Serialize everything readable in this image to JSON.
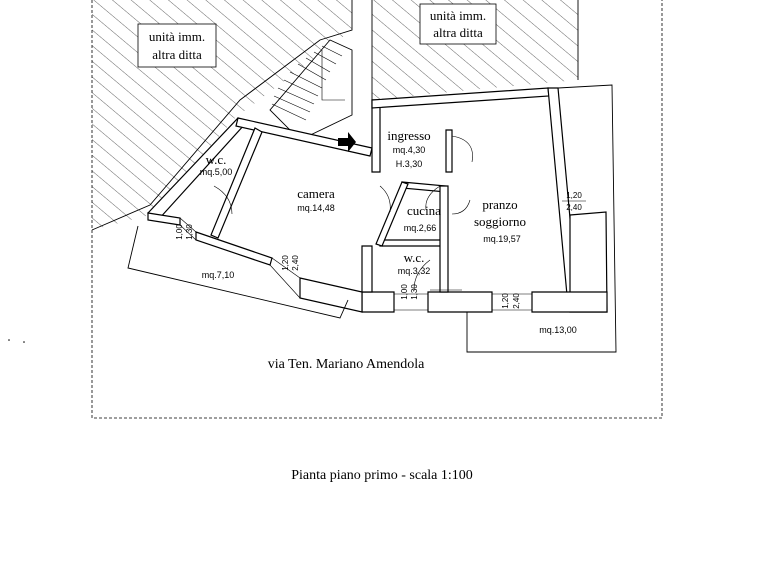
{
  "labels": {
    "neighbor_left": [
      "unità imm.",
      "altra ditta"
    ],
    "neighbor_right": [
      "unità imm.",
      "altra ditta"
    ],
    "street": "via Ten. Mariano Amendola",
    "caption": "Pianta piano primo - scala 1:100"
  },
  "rooms": [
    {
      "id": "ingresso",
      "name": "ingresso",
      "area": "mq.4,30",
      "height": "H.3,30"
    },
    {
      "id": "wc-left",
      "name": "w.c.",
      "area": "mq.5,00"
    },
    {
      "id": "camera",
      "name": "camera",
      "area": "mq.14,48"
    },
    {
      "id": "cucina",
      "name": "cucina",
      "area": "mq.2,66"
    },
    {
      "id": "pranzo",
      "name": [
        "pranzo",
        "soggiorno"
      ],
      "area": "mq.19,57"
    },
    {
      "id": "wc-center",
      "name": "w.c.",
      "area": "mq.3,32"
    }
  ],
  "balconies": [
    {
      "id": "balcony-left",
      "area": "mq.7,10"
    },
    {
      "id": "balcony-right",
      "area": "mq.13,00"
    }
  ],
  "openings": [
    {
      "id": "window-wc-left",
      "width": "1,00",
      "height": "1,30"
    },
    {
      "id": "window-camera",
      "width": "1,20",
      "height": "2,40"
    },
    {
      "id": "window-wc-center",
      "width": "1,00",
      "height": "1,30"
    },
    {
      "id": "window-pranzo-bottom",
      "width": "1,20",
      "height": "2,40"
    },
    {
      "id": "window-pranzo-right",
      "width": "1,20",
      "height": "2,40"
    }
  ]
}
